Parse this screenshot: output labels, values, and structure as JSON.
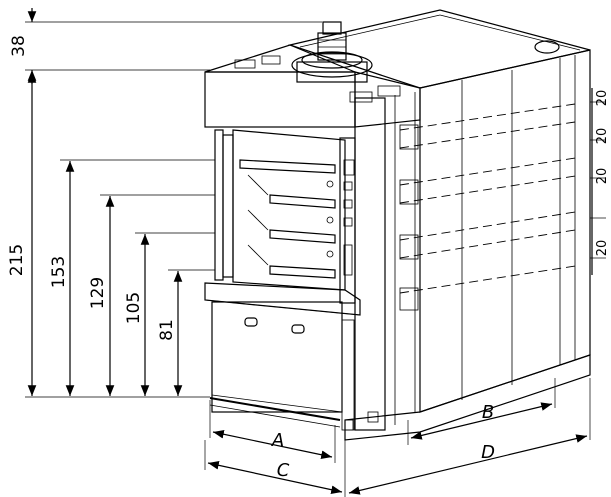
{
  "drawing": {
    "vertical_dims": [
      "38",
      "215",
      "153",
      "129",
      "105",
      "81"
    ],
    "deck_spacing": [
      "20",
      "20",
      "20",
      "20"
    ],
    "plan_dims": [
      "A",
      "B",
      "C",
      "D"
    ]
  }
}
